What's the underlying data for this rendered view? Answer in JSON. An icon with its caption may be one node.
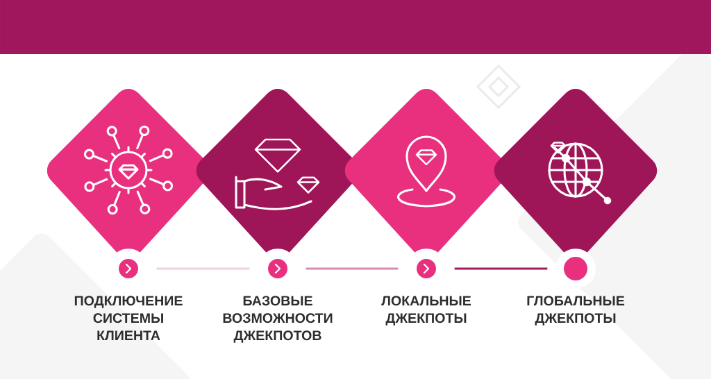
{
  "diagram": {
    "nodes": [
      {
        "text": [
          "ПОДКЛЮЧЕНИЕ СИСТЕМЫ КЛИЕНТА"
        ]
      },
      {
        "text": [
          "БАЗОВЫЕ ВОЗМОЖНОСТИ ДЖЕКПОТОВ"
        ]
      },
      {
        "text": [
          "ЛОКАЛЬНЫЕ ДЖЕКПОТЫ"
        ]
      },
      {
        "text": [
          "ГЛОБАЛЬНЫЕ ДЖЕКПОТЫ"
        ]
      }
    ],
    "edges": [
      {
        "from": 0,
        "to": 1,
        "arrow": "none",
        "color": "#f5cde0"
      },
      {
        "from": 1,
        "to": 2,
        "arrow": "none",
        "color": "#d98ab4"
      },
      {
        "from": 2,
        "to": 3,
        "arrow": "none",
        "color": "#a3195f"
      }
    ]
  }
}
